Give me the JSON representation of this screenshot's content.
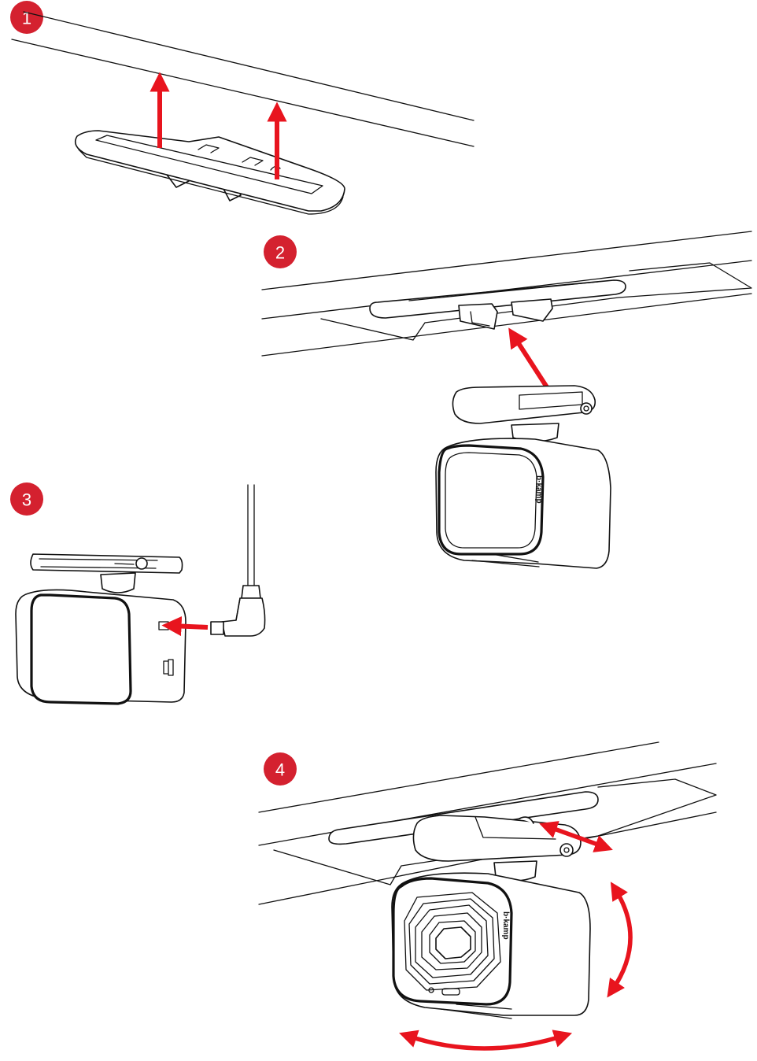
{
  "steps": [
    {
      "label": "1"
    },
    {
      "label": "2"
    },
    {
      "label": "3"
    },
    {
      "label": "4"
    }
  ],
  "camera": {
    "logo_text": "b·kamp"
  },
  "colors": {
    "badge": "#d4212f",
    "arrow": "#e8141e",
    "line": "#111111"
  },
  "icons": {
    "up_arrow": "arrow-up-icon",
    "slide_arrow": "arrow-diagonal-icon",
    "swing_arrow": "curved-double-arrow-icon"
  }
}
